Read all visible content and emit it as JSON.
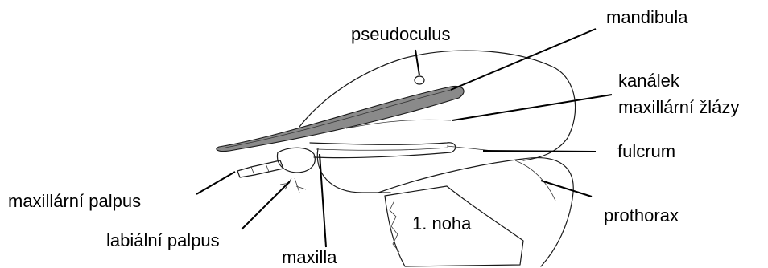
{
  "labels": {
    "pseudoculus": "pseudoculus",
    "mandibula": "mandibula",
    "kanalek_line1": "kanálek",
    "kanalek_line2": "maxillární žlázy",
    "fulcrum": "fulcrum",
    "prothorax": "prothorax",
    "noha": "1. noha",
    "maxillarni_palpus": "maxillární palpus",
    "labialni_palpus": "labiální palpus",
    "maxilla": "maxilla"
  }
}
